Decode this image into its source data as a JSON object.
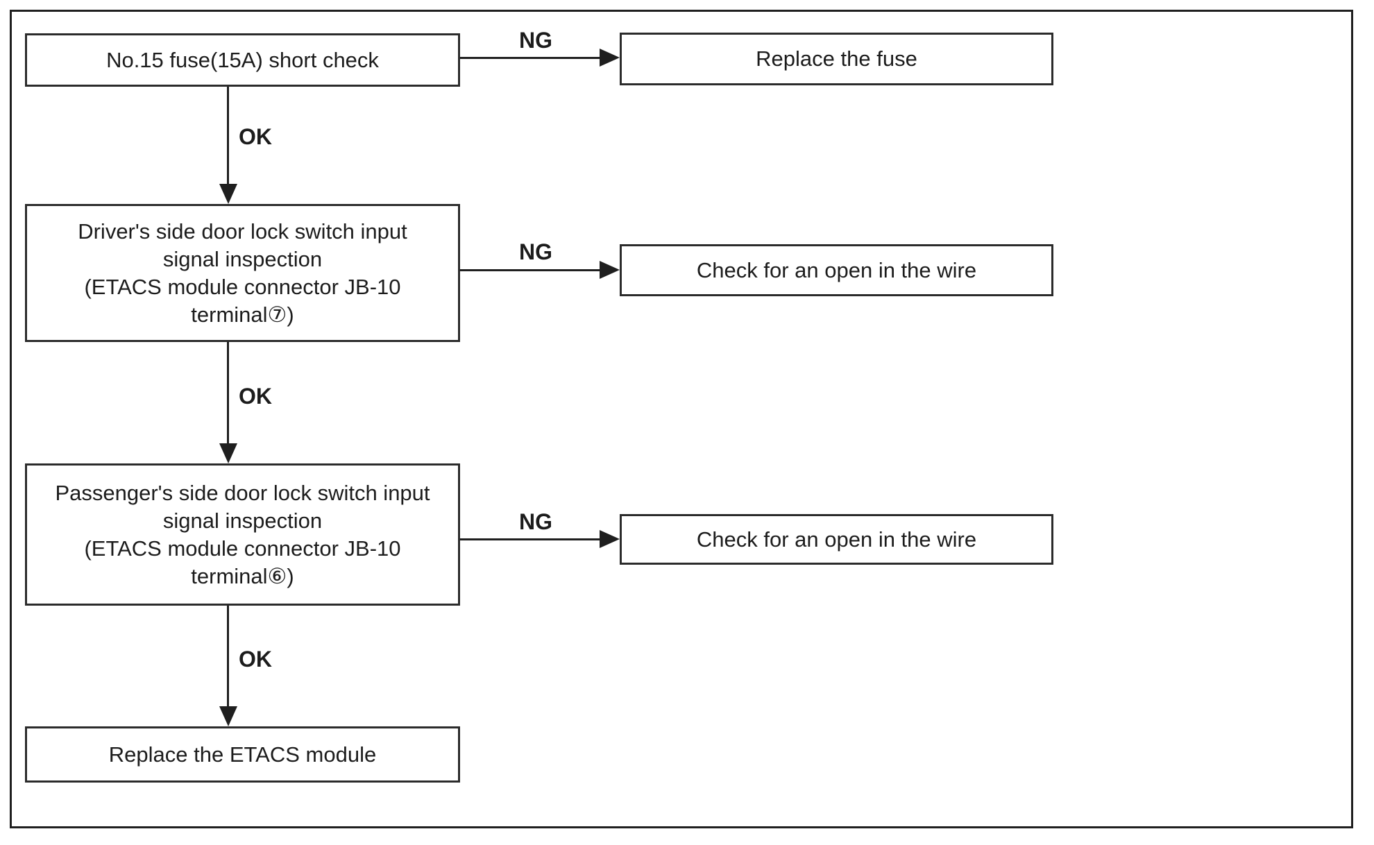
{
  "diagram": {
    "type": "troubleshooting-flowchart",
    "colors": {
      "line": "#1f1f1f",
      "text": "#1c1c1c",
      "background": "#ffffff"
    },
    "nodes": {
      "fuse_check": {
        "label": "No.15 fuse(15A) short check"
      },
      "replace_fuse": {
        "label": "Replace the fuse"
      },
      "driver_switch_inspection": {
        "label": "Driver's side door lock switch input\nsignal inspection\n(ETACS module connector JB-10\nterminal⑦)"
      },
      "check_open_wire_driver": {
        "label": "Check for an open in the wire"
      },
      "passenger_switch_inspection": {
        "label": "Passenger's side door lock switch input\nsignal inspection\n(ETACS module connector JB-10\nterminal⑥)"
      },
      "check_open_wire_passenger": {
        "label": "Check for an open in the wire"
      },
      "replace_etacs_module": {
        "label": "Replace the ETACS module"
      }
    },
    "edges": {
      "fuse_ng": {
        "label": "NG",
        "from": "fuse_check",
        "to": "replace_fuse"
      },
      "fuse_ok": {
        "label": "OK",
        "from": "fuse_check",
        "to": "driver_switch_inspection"
      },
      "driver_ng": {
        "label": "NG",
        "from": "driver_switch_inspection",
        "to": "check_open_wire_driver"
      },
      "driver_ok": {
        "label": "OK",
        "from": "driver_switch_inspection",
        "to": "passenger_switch_inspection"
      },
      "passenger_ng": {
        "label": "NG",
        "from": "passenger_switch_inspection",
        "to": "check_open_wire_passenger"
      },
      "passenger_ok": {
        "label": "OK",
        "from": "passenger_switch_inspection",
        "to": "replace_etacs_module"
      }
    }
  }
}
